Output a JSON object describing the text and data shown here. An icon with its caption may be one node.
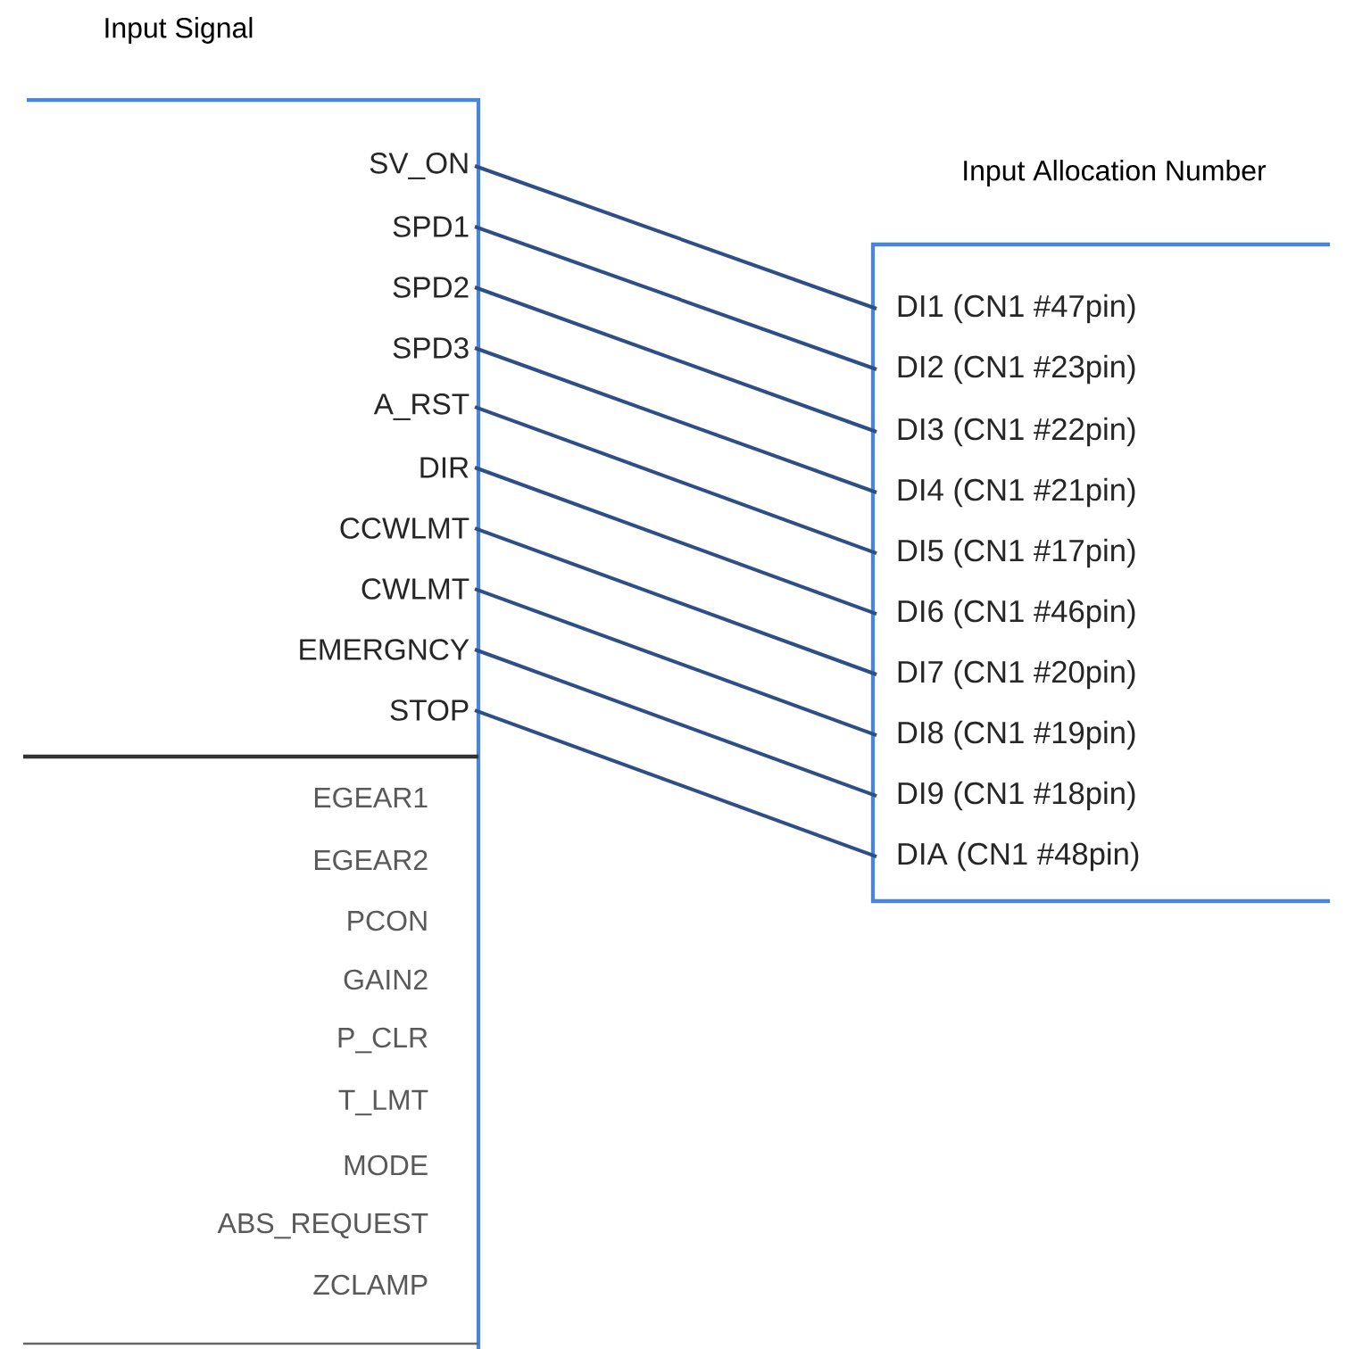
{
  "diagram": {
    "nodes": [
      {
        "text": [
          "SV_ON"
        ]
      },
      {
        "text": [
          "SPD1"
        ]
      },
      {
        "text": [
          "SPD2"
        ]
      },
      {
        "text": [
          "SPD3"
        ]
      },
      {
        "text": [
          "A_RST"
        ]
      },
      {
        "text": [
          "DIR"
        ]
      },
      {
        "text": [
          "CCWLMT"
        ]
      },
      {
        "text": [
          "CWLMT"
        ]
      },
      {
        "text": [
          "EMERGNCY"
        ]
      },
      {
        "text": [
          "STOP"
        ]
      },
      {
        "text": [
          "DI1 (CN1 #47pin)"
        ]
      },
      {
        "text": [
          "DI2 (CN1 #23pin)"
        ]
      },
      {
        "text": [
          "DI3 (CN1 #22pin)"
        ]
      },
      {
        "text": [
          "DI4 (CN1 #21pin)"
        ]
      },
      {
        "text": [
          "DI5 (CN1 #17pin)"
        ]
      },
      {
        "text": [
          "DI6 (CN1 #46pin)"
        ]
      },
      {
        "text": [
          "DI7 (CN1 #20pin)"
        ]
      },
      {
        "text": [
          "DI8 (CN1 #19pin)"
        ]
      },
      {
        "text": [
          "DI9 (CN1 #18pin)"
        ]
      },
      {
        "text": [
          "DIA (CN1 #48pin)"
        ]
      }
    ],
    "edges": [
      {
        "from": 0,
        "to": 10,
        "arrow": "none"
      },
      {
        "from": 1,
        "to": 11,
        "arrow": "none"
      },
      {
        "from": 2,
        "to": 12,
        "arrow": "none"
      },
      {
        "from": 3,
        "to": 13,
        "arrow": "none"
      },
      {
        "from": 4,
        "to": 14,
        "arrow": "none"
      },
      {
        "from": 5,
        "to": 15,
        "arrow": "none"
      },
      {
        "from": 6,
        "to": 16,
        "arrow": "none"
      },
      {
        "from": 7,
        "to": 17,
        "arrow": "none"
      },
      {
        "from": 8,
        "to": 18,
        "arrow": "none"
      },
      {
        "from": 9,
        "to": 19,
        "arrow": "none"
      }
    ],
    "labels": [
      "Input Signal",
      "Input Allocation Number",
      "EGEAR1",
      "EGEAR2",
      "PCON",
      "GAIN2",
      "P_CLR",
      "T_LMT",
      "MODE",
      "ABS_REQUEST",
      "ZCLAMP"
    ]
  }
}
